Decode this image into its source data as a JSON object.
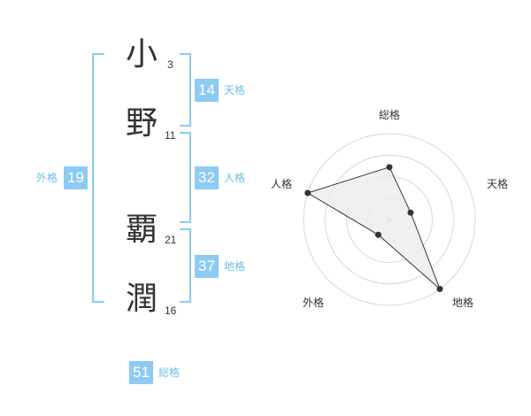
{
  "name": {
    "characters": [
      {
        "char": "小",
        "strokes": "3"
      },
      {
        "char": "野",
        "strokes": "11"
      },
      {
        "char": "覇",
        "strokes": "21"
      },
      {
        "char": "潤",
        "strokes": "16"
      }
    ]
  },
  "fortunes": {
    "tenkaku": {
      "label": "天格",
      "value": "14"
    },
    "jinkaku": {
      "label": "人格",
      "value": "32"
    },
    "chikaku": {
      "label": "地格",
      "value": "37"
    },
    "gaikaku": {
      "label": "外格",
      "value": "19"
    },
    "soukaku": {
      "label": "総格",
      "value": "51"
    }
  },
  "radar": {
    "labels": {
      "top": "総格",
      "right": "天格",
      "bottom_right": "地格",
      "bottom_left": "外格",
      "left": "人格"
    },
    "levels": 4,
    "scores": {
      "soukaku": 0.61,
      "tenkaku": 0.26,
      "chikaku": 1.0,
      "gaikaku": 0.22,
      "jinkaku": 1.0
    },
    "colors": {
      "grid": "#d6d6d6",
      "polygon_fill": "#ececec",
      "polygon_stroke": "#333333",
      "point": "#333333"
    }
  }
}
